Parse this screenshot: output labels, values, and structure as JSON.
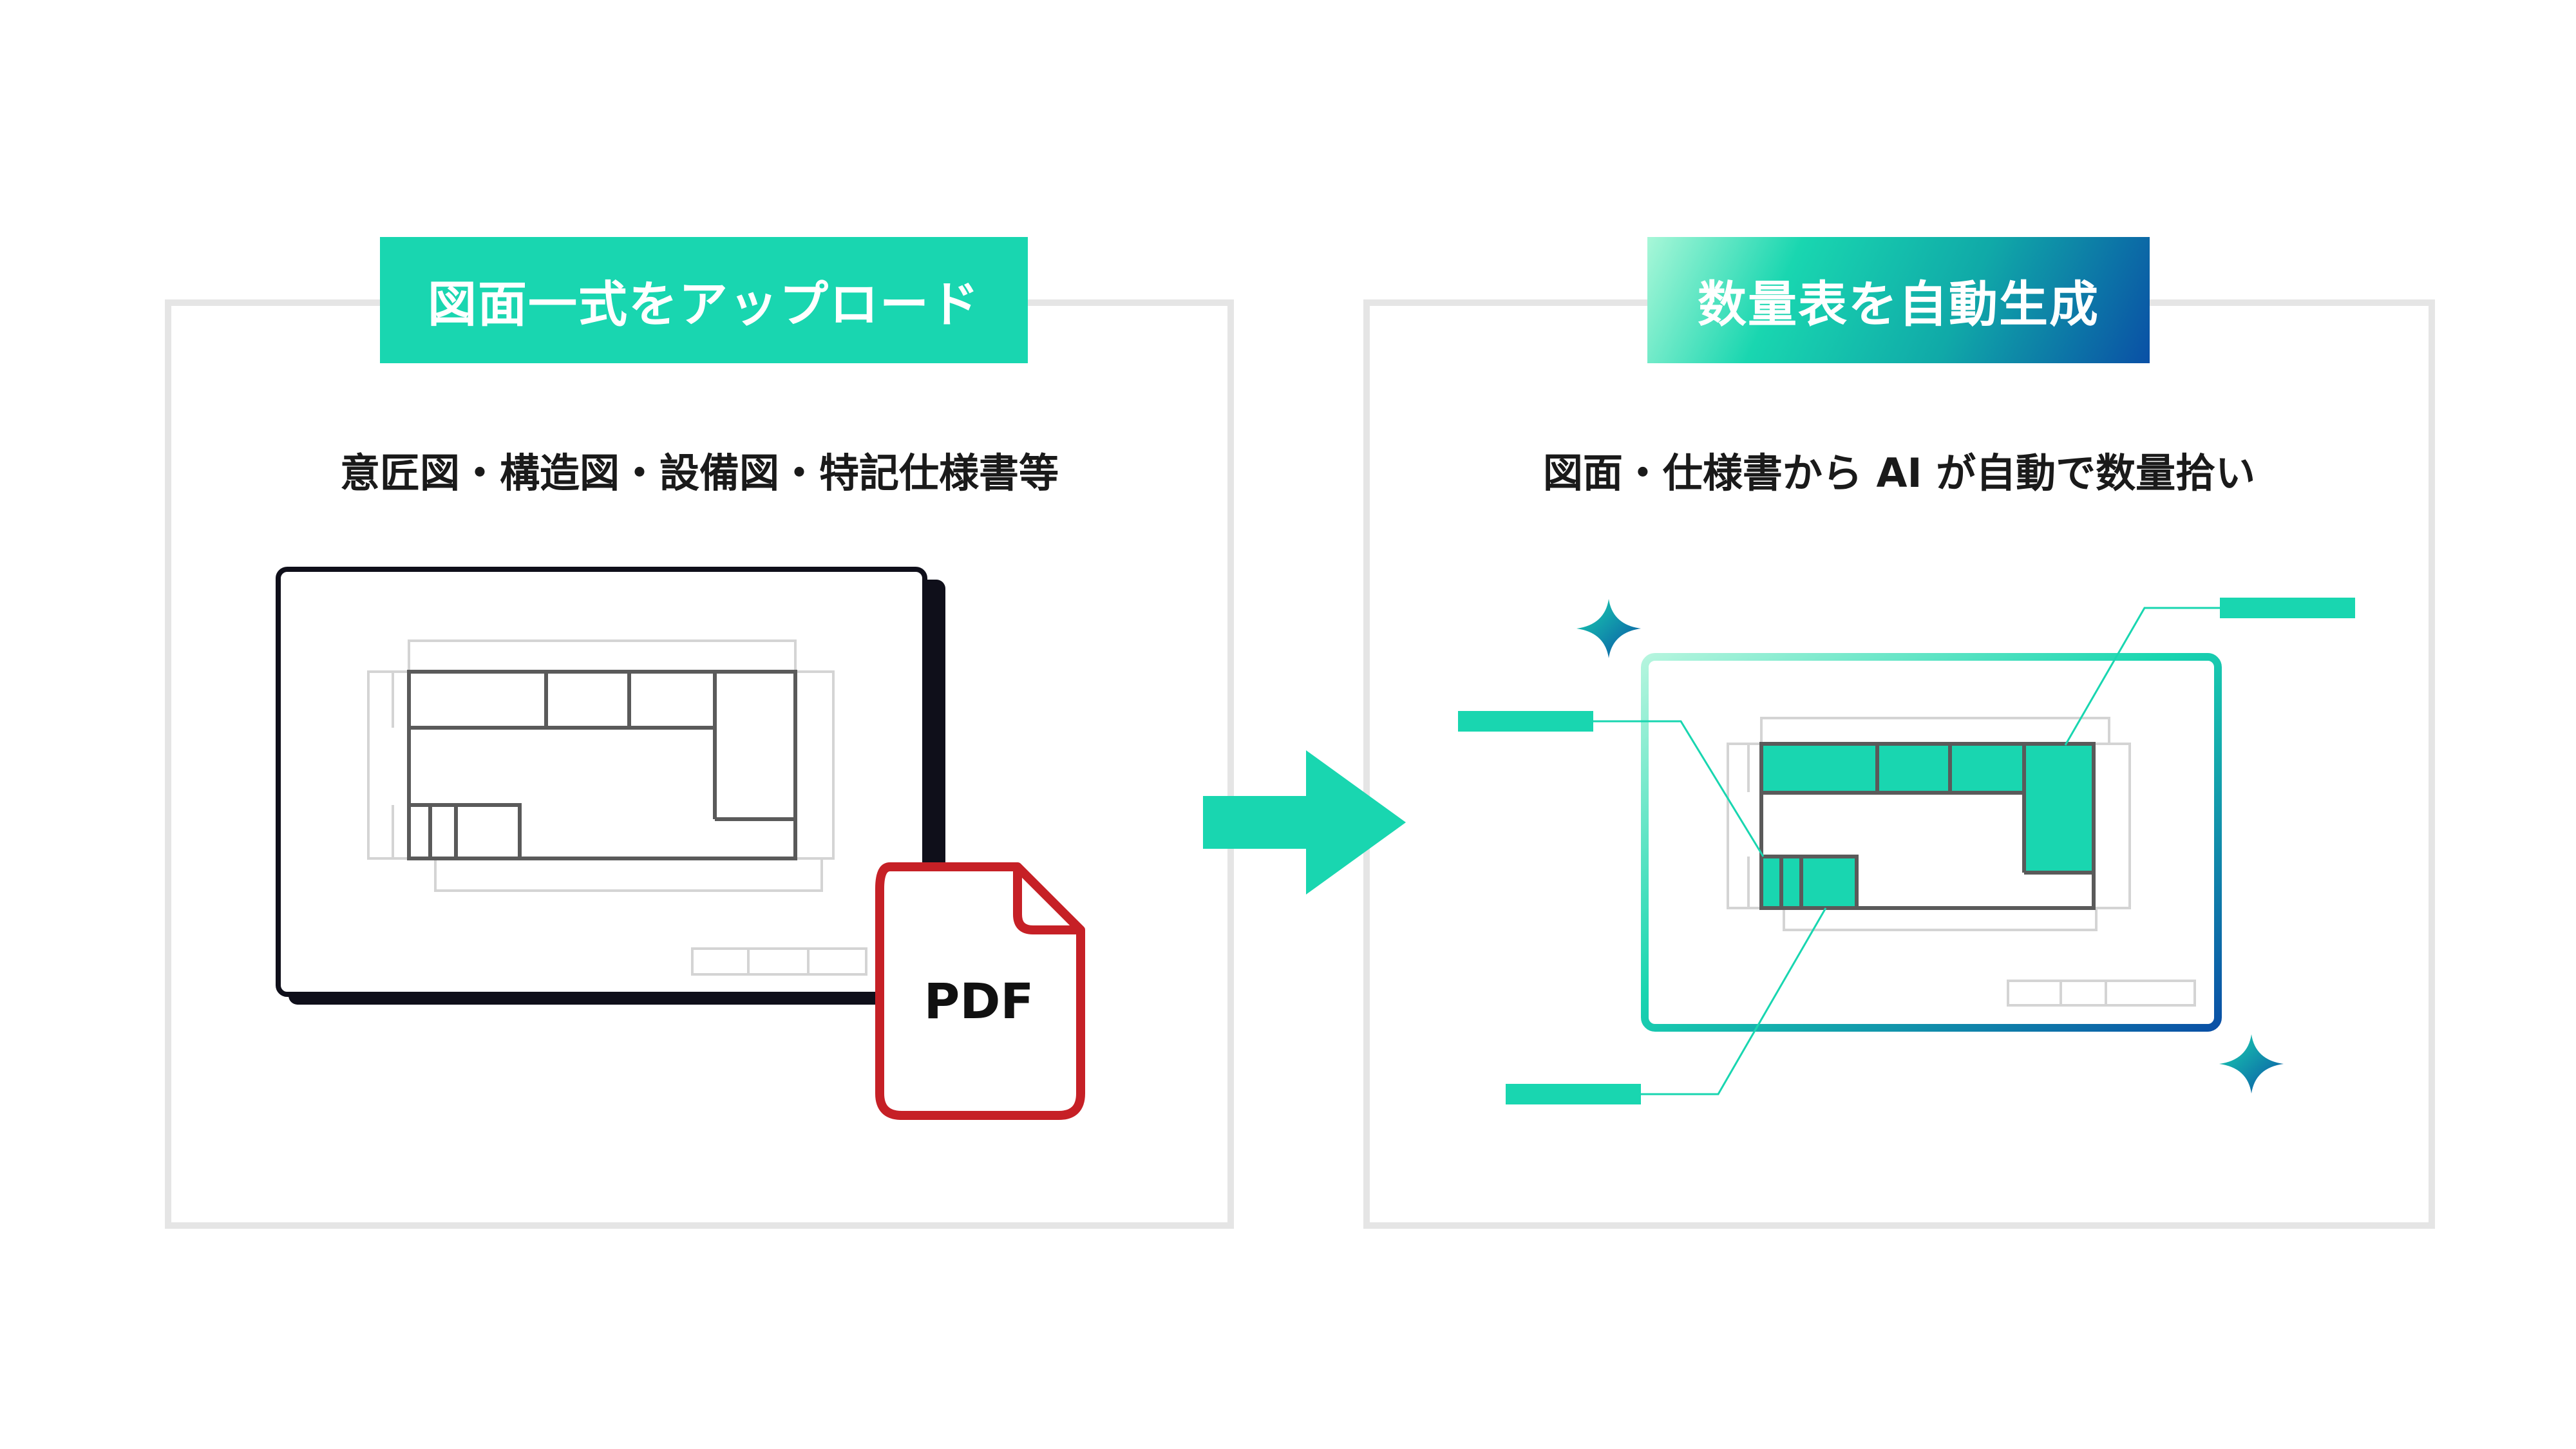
{
  "left_panel": {
    "badge": "図面一式をアップロード",
    "subtitle": "意匠図・構造図・設備図・特記仕様書等",
    "file_label": "PDF"
  },
  "right_panel": {
    "badge": "数量表を自動生成",
    "subtitle": "図面・仕様書から AI が自動で数量拾い"
  },
  "colors": {
    "accent": "#19d6b0",
    "gradient_end": "#0a50a6",
    "pdf_red": "#c62026",
    "frame_dark": "#0f0f1a",
    "panel_border": "#e5e5e5"
  }
}
